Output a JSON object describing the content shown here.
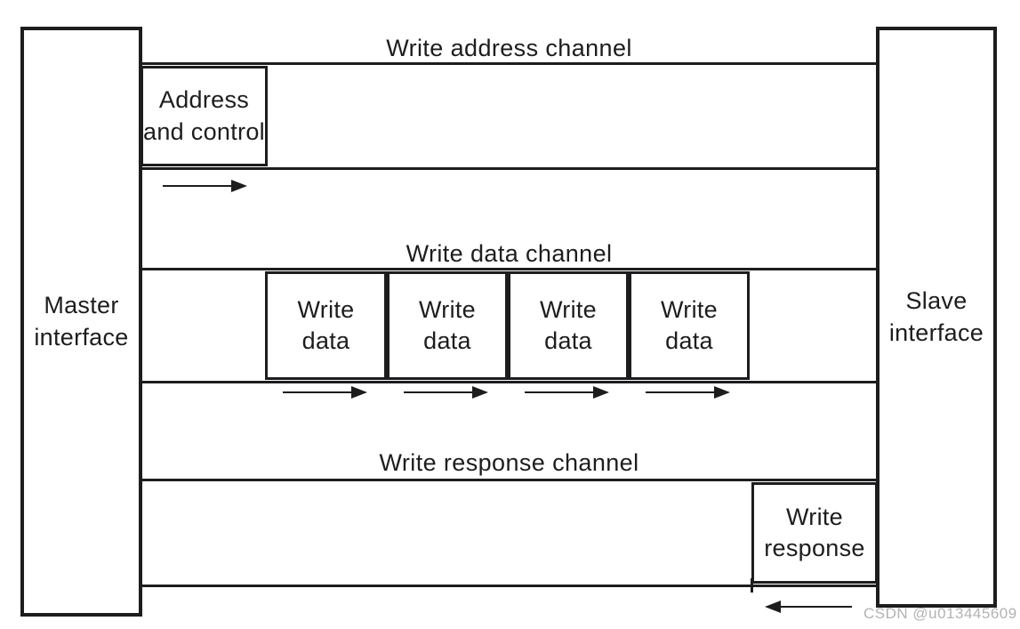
{
  "diagram": {
    "master_label": "Master interface",
    "slave_label": "Slave interface",
    "channels": [
      {
        "id": "write-address",
        "title": "Write address channel",
        "direction": "master-to-slave",
        "boxes": [
          "Address and control"
        ]
      },
      {
        "id": "write-data",
        "title": "Write data channel",
        "direction": "master-to-slave",
        "boxes": [
          "Write data",
          "Write data",
          "Write data",
          "Write data"
        ]
      },
      {
        "id": "write-response",
        "title": "Write response channel",
        "direction": "slave-to-master",
        "boxes": [
          "Write response"
        ]
      }
    ],
    "watermark": "CSDN @u013445609",
    "colors": {
      "line": "#1d1d1f",
      "background": "#ffffff",
      "watermark": "#b3b3b3"
    }
  }
}
